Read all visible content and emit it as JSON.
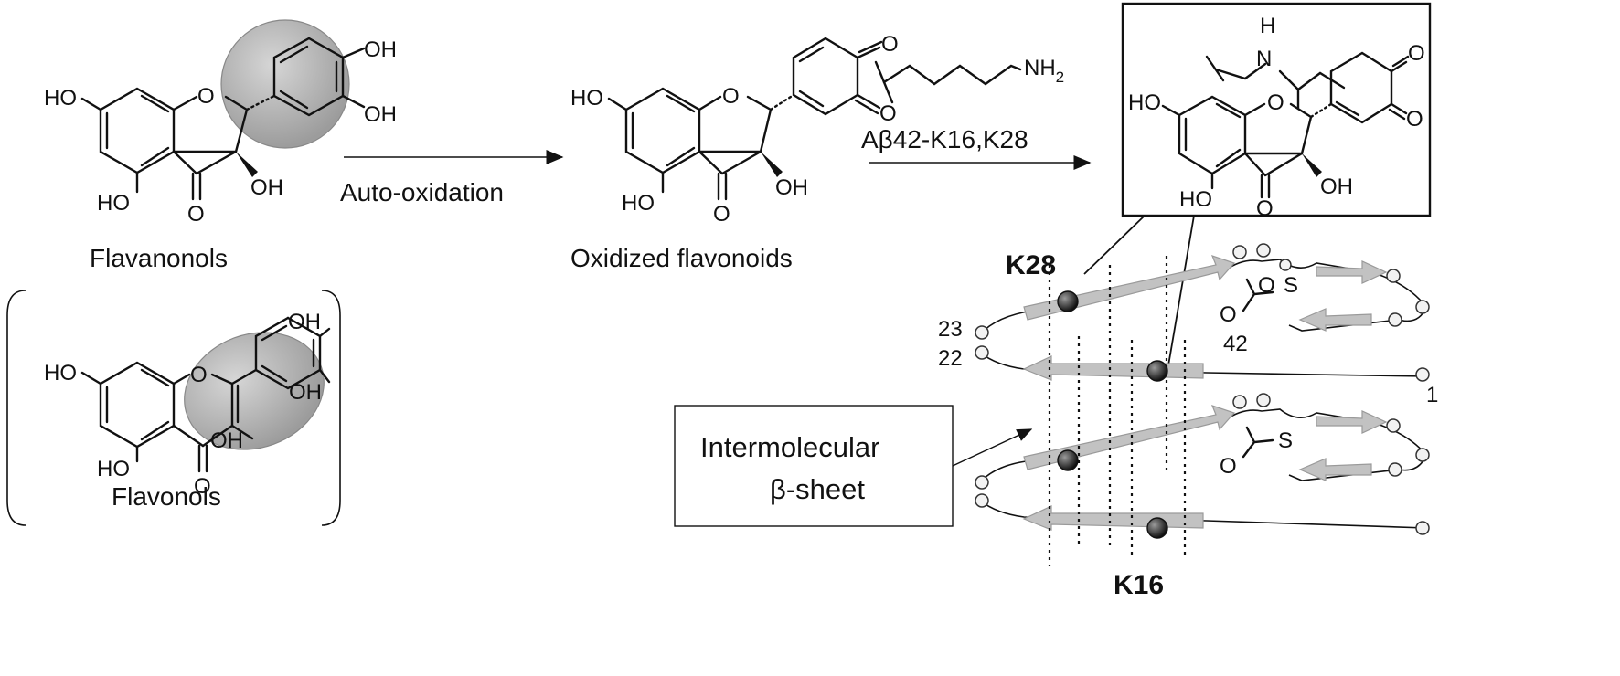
{
  "labels": {
    "flavanonols": "Flavanonols",
    "flavonols": "Flavonols",
    "oxidized": "Oxidized flavonoids",
    "auto_oxidation": "Auto-oxidation",
    "reagent": "Aβ42-K16,K28",
    "nh2": "NH",
    "nh2_sub": "2",
    "intermolecular_1": "Intermolecular",
    "intermolecular_2": "β-sheet",
    "k28": "K28",
    "k16": "K16",
    "res23": "23",
    "res22": "22",
    "res42": "42",
    "res1": "1"
  },
  "atoms": {
    "ho": "HO",
    "oh": "OH",
    "o": "O",
    "h": "H",
    "n": "N",
    "s": "S"
  },
  "colors": {
    "highlight": "#b8b8b8",
    "strand": "#c2c2c2",
    "ink": "#111111"
  }
}
